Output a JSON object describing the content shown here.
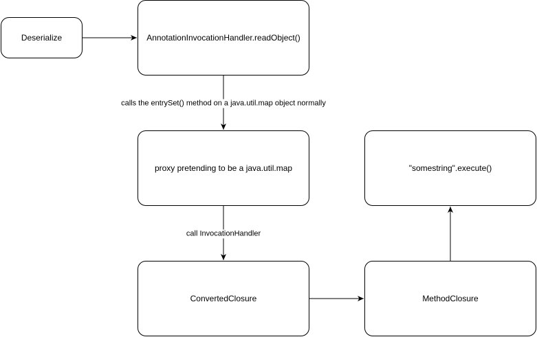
{
  "nodes": {
    "deserialize": "Deserialize",
    "readobject": "AnnotationInvocationHandler.readObject()",
    "proxy": "proxy pretending to be a java.util.map",
    "converted_closure": "ConvertedClosure",
    "method_closure": "MethodClosure",
    "execute": "\"somestring\".execute()"
  },
  "edges": {
    "entryset_label": "calls the entrySet() method on a java.util.map object normally",
    "invocation_label": "call InvocationHandler"
  }
}
